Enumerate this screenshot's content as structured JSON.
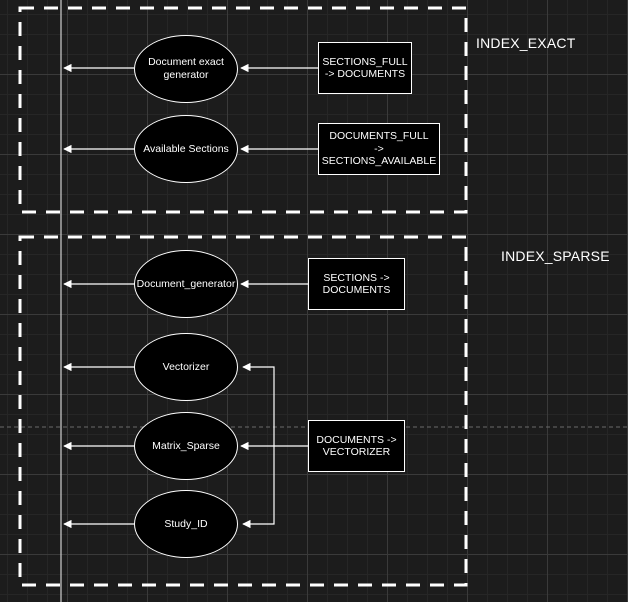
{
  "groups": {
    "exact": {
      "label": "INDEX_EXACT"
    },
    "sparse": {
      "label": "INDEX_SPARSE"
    }
  },
  "nodes": {
    "doc_exact_generator": "Document exact\ngenerator",
    "available_sections": "Available Sections",
    "document_generator": "Document_generator",
    "vectorizer": "Vectorizer",
    "matrix_sparse": "Matrix_Sparse",
    "study_id": "Study_ID"
  },
  "inputs": {
    "sections_full_documents": "SECTIONS_FULL\n-> DOCUMENTS",
    "documents_full_sections_available": "DOCUMENTS_FULL\n->\nSECTIONS_AVAILABLE",
    "sections_documents": "SECTIONS ->\nDOCUMENTS",
    "documents_vectorizer": "DOCUMENTS ->\nVECTORIZER"
  },
  "colors": {
    "background": "#1c1c1c",
    "shape_fill": "#000000",
    "stroke": "#ffffff"
  }
}
